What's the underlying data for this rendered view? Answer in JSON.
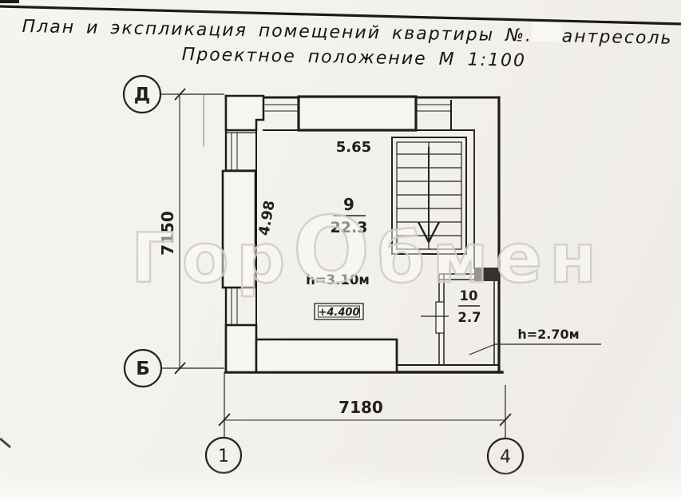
{
  "page": {
    "background": "#f4f2ee",
    "ink": "#1e1c1a",
    "watermark_color": "#d2cec7"
  },
  "title": {
    "line1_prefix": "План и экспликация помещений квартиры №.",
    "line1_suffix": "антресоль",
    "line2": "Проектное положение М 1:100"
  },
  "watermark": {
    "left": "Гор",
    "mid": "О",
    "right": "бмен"
  },
  "axes": {
    "row_top": "Д",
    "row_bottom": "Б",
    "col_left": "1",
    "col_right": "4"
  },
  "dims": {
    "overall_height": "7150",
    "overall_width": "7180",
    "room9_width": "5.65",
    "room9_depth": "4.98"
  },
  "rooms": {
    "room9": {
      "number": "9",
      "area": "22.3",
      "height": "h=3.10м"
    },
    "room10": {
      "number": "10",
      "area": "2.7",
      "height": "h=2.70м"
    }
  },
  "marks": {
    "elevation": "+4.400"
  }
}
